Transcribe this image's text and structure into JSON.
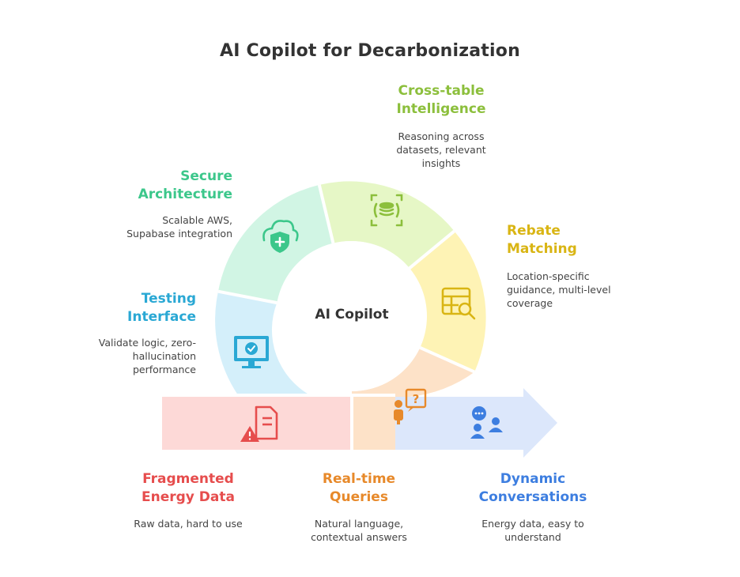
{
  "title": "AI Copilot for Decarbonization",
  "hub_label": "AI Copilot",
  "colors": {
    "cross_table": "#8cbf3c",
    "secure": "#3cc78b",
    "rebate": "#d9b514",
    "testing": "#2aa8d4",
    "fragmented": "#e64d4d",
    "realtime": "#e7892a",
    "dynamic": "#3d7ee0"
  },
  "stages": {
    "cross_table": {
      "title": [
        "Cross-table",
        "Intelligence"
      ],
      "desc": [
        "Reasoning across",
        "datasets, relevant",
        "insights"
      ],
      "icon": "database-icon"
    },
    "secure": {
      "title": [
        "Secure",
        "Architecture"
      ],
      "desc": [
        "Scalable AWS,",
        "Supabase integration"
      ],
      "icon": "cloud-shield-icon"
    },
    "rebate": {
      "title": [
        "Rebate",
        "Matching"
      ],
      "desc": [
        "Location-specific",
        "guidance, multi-level",
        "coverage"
      ],
      "icon": "table-search-icon"
    },
    "testing": {
      "title": [
        "Testing",
        "Interface"
      ],
      "desc": [
        "Validate logic, zero-",
        "hallucination",
        "performance"
      ],
      "icon": "monitor-check-icon"
    },
    "fragmented": {
      "title": [
        "Fragmented",
        "Energy Data"
      ],
      "desc": [
        "Raw data, hard to use"
      ],
      "icon": "document-warning-icon"
    },
    "realtime": {
      "title": [
        "Real-time",
        "Queries"
      ],
      "desc": [
        "Natural language,",
        "contextual answers"
      ],
      "icon": "person-question-icon"
    },
    "dynamic": {
      "title": [
        "Dynamic",
        "Conversations"
      ],
      "desc": [
        "Energy data, easy to",
        "understand"
      ],
      "icon": "chat-users-icon"
    }
  }
}
